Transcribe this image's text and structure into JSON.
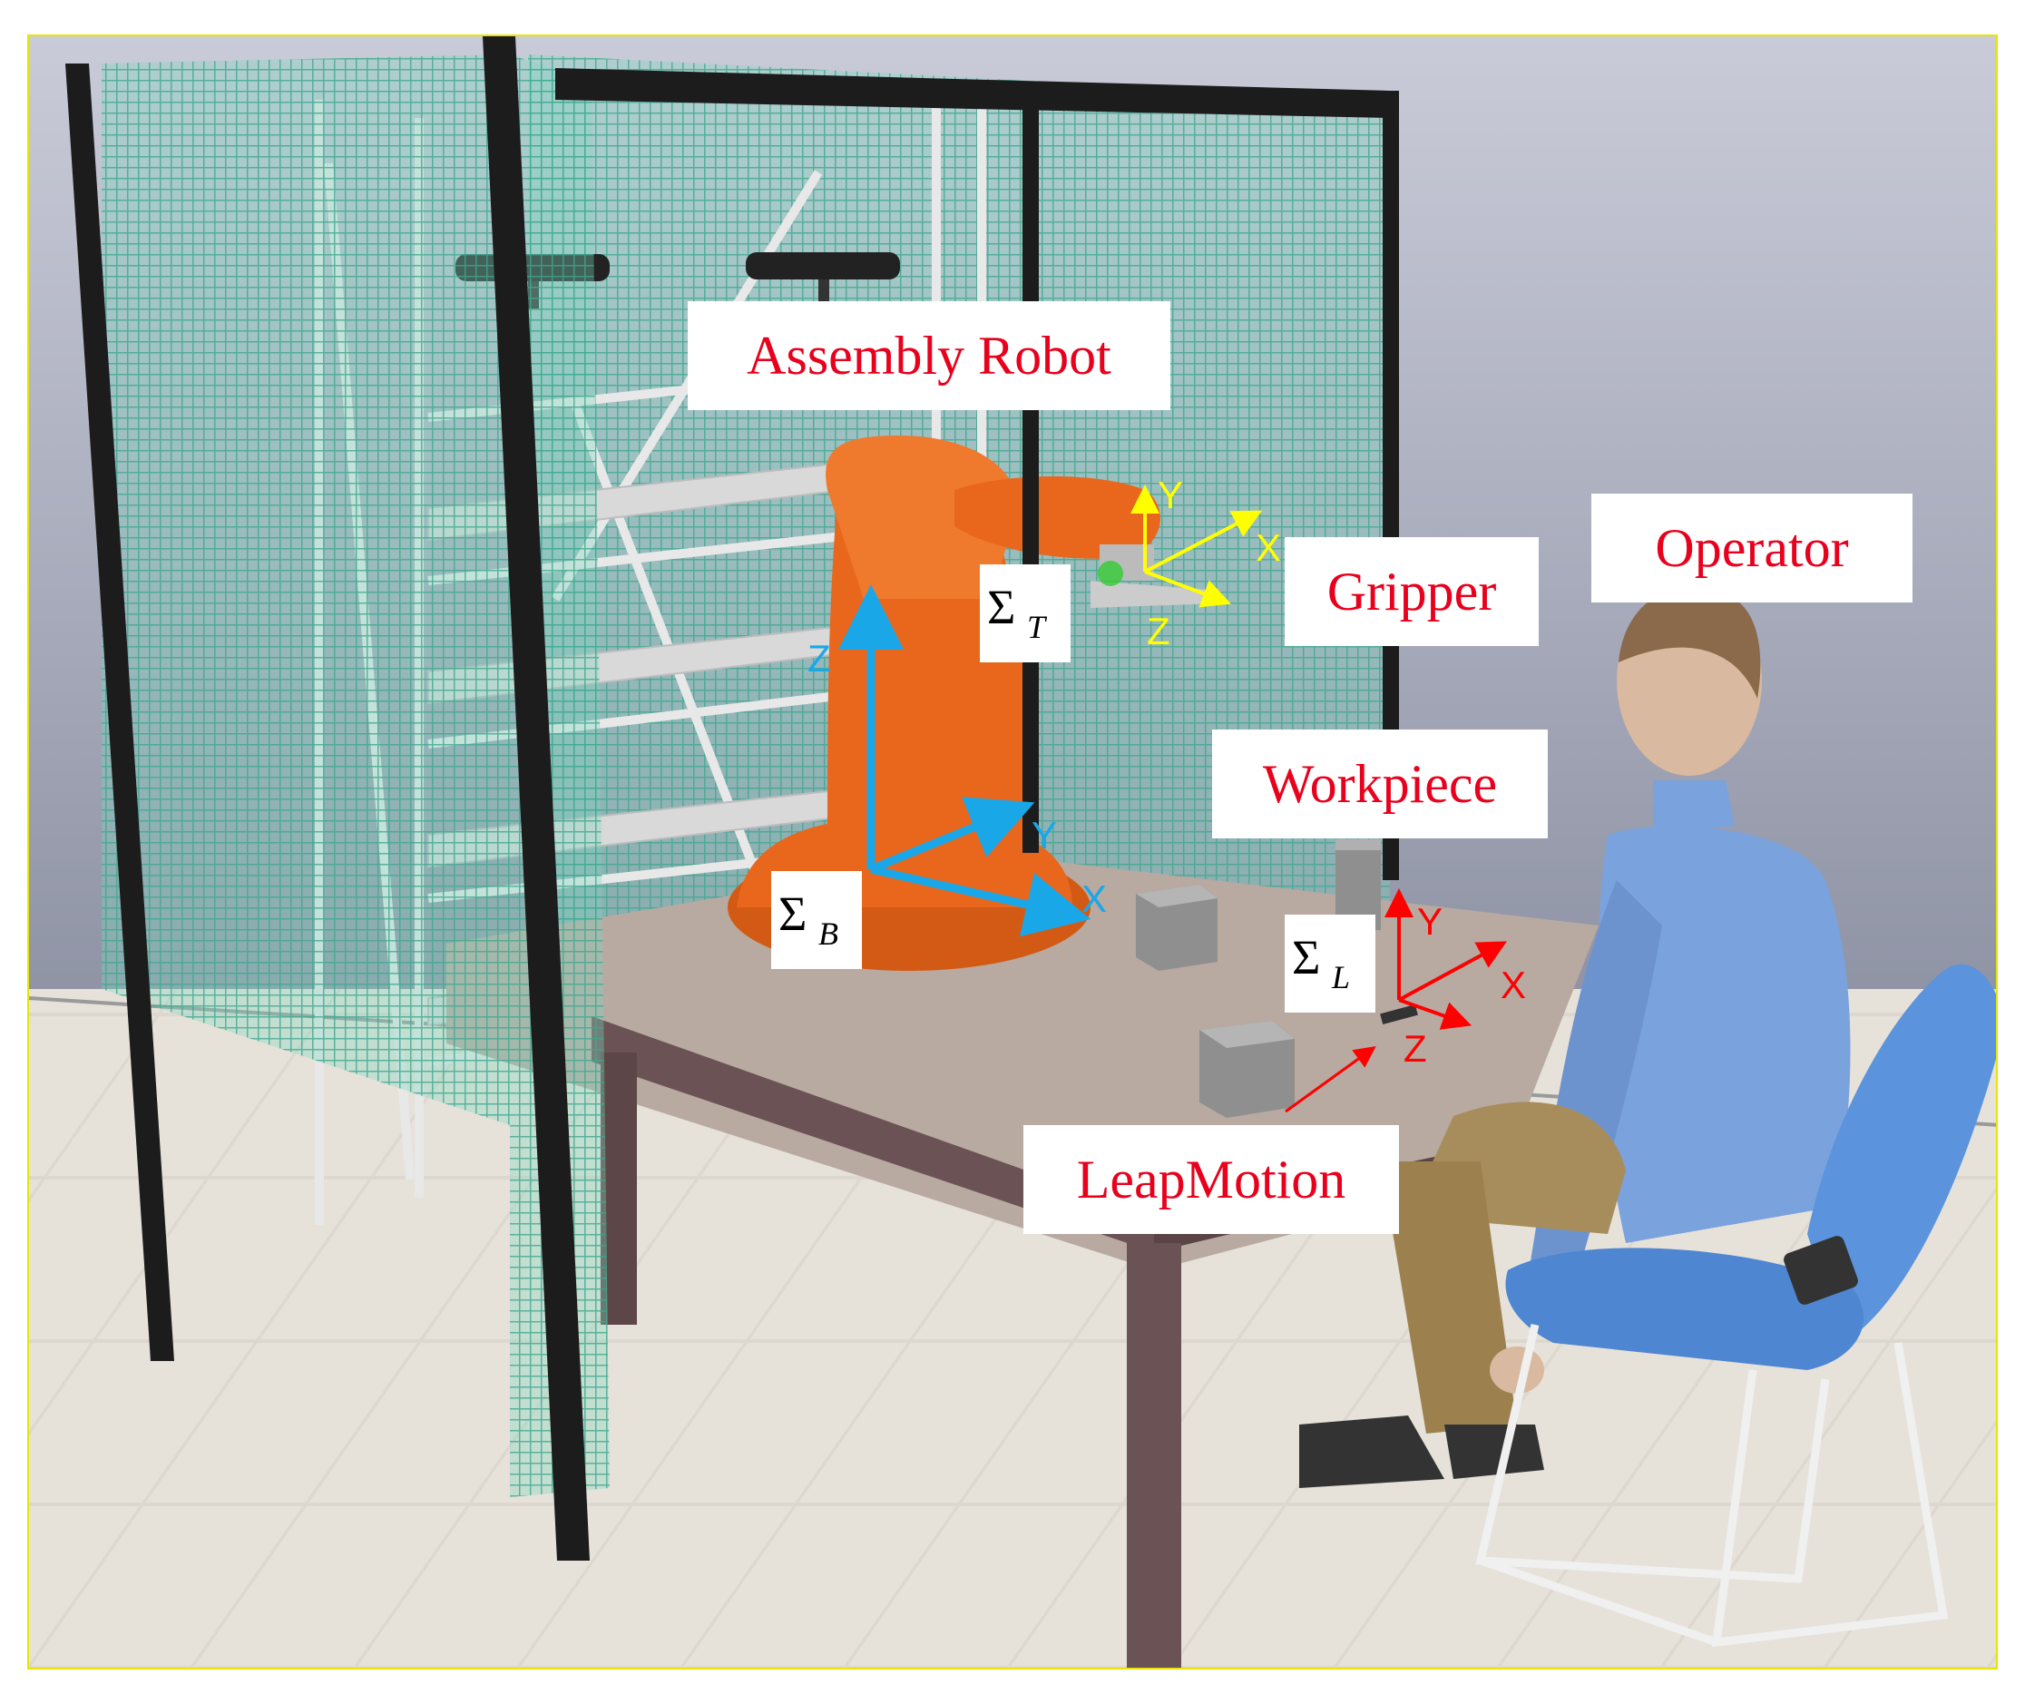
{
  "labels": {
    "assembly_robot": "Assembly Robot",
    "gripper": "Gripper",
    "operator": "Operator",
    "workpiece": "Workpiece",
    "leapmotion": "LeapMotion"
  },
  "frames": {
    "tool": {
      "symbol": "Σ",
      "subscript": "T"
    },
    "base": {
      "symbol": "Σ",
      "subscript": "B"
    },
    "leap": {
      "symbol": "Σ",
      "subscript": "L"
    }
  },
  "axes": {
    "tool": {
      "x": "X",
      "y": "Y",
      "z": "Z",
      "color": "#ffff00"
    },
    "base": {
      "x": "X",
      "y": "Y",
      "z": "Z",
      "color": "#1aa7e8"
    },
    "leap": {
      "x": "X",
      "y": "Y",
      "z": "Z",
      "color": "#ff0000"
    }
  },
  "colors": {
    "robot": "#e8671d",
    "mesh": "#5ec9b0",
    "table_top": "#b8a9a1",
    "shirt": "#7aa2dd",
    "chair": "#5b93dc",
    "label_text": "#e8001c"
  }
}
